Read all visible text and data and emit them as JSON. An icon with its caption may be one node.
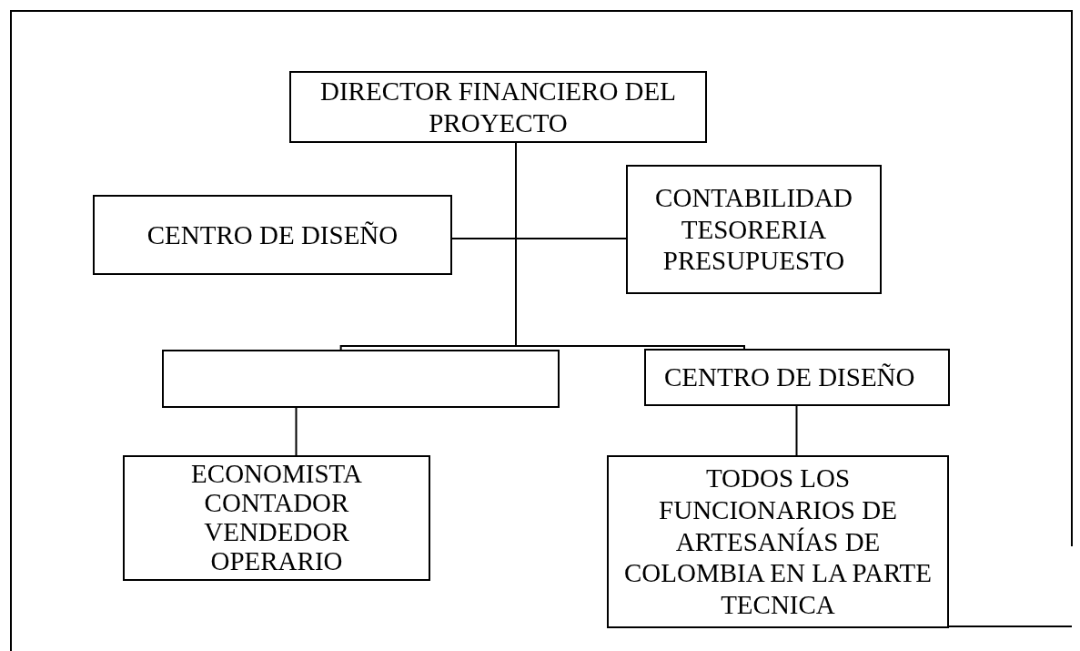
{
  "diagram": {
    "nodes": [
      {
        "text": [
          "DIRECTOR FINANCIERO DEL PROYECTO"
        ]
      },
      {
        "text": [
          "CENTRO DE DISEÑO"
        ]
      },
      {
        "text": [
          "CONTABILIDAD",
          "TESORERIA",
          "PRESUPUESTO"
        ]
      },
      {
        "text": [],
        "shape": "box"
      },
      {
        "text": [
          "CENTRO DE DISEÑO"
        ]
      },
      {
        "text": [
          "ECONOMISTA",
          "CONTADOR",
          "VENDEDOR",
          "OPERARIO"
        ]
      },
      {
        "text": [
          "TODOS LOS FUNCIONARIOS DE ARTESANÍAS DE COLOMBIA EN LA PARTE TECNICA"
        ]
      }
    ],
    "edges": [
      {
        "from": 0,
        "to": 1,
        "arrow": "none"
      },
      {
        "from": 0,
        "to": 2,
        "arrow": "none"
      },
      {
        "from": 0,
        "to": 3,
        "arrow": "none"
      },
      {
        "from": 0,
        "to": 4,
        "arrow": "none"
      },
      {
        "from": 3,
        "to": 5,
        "arrow": "none"
      },
      {
        "from": 4,
        "to": 6,
        "arrow": "none"
      }
    ]
  }
}
